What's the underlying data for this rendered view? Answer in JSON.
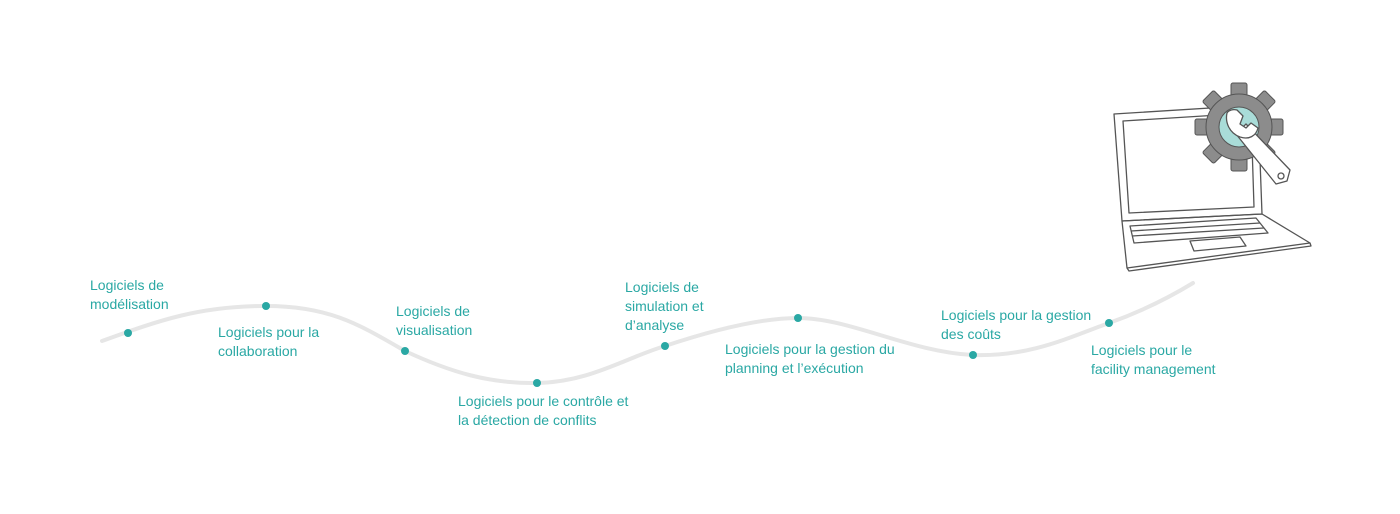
{
  "colors": {
    "accent": "#2aa8a4",
    "path": "#e6e6e6",
    "outline": "#555555",
    "gear": "#8c8c8c",
    "gear_center": "#a9dcd8"
  },
  "icon": "laptop-gear-wrench-icon",
  "steps": [
    {
      "line1": "Logiciels de",
      "line2": "modélisation"
    },
    {
      "line1": "Logiciels pour la",
      "line2": "collaboration"
    },
    {
      "line1": "Logiciels de",
      "line2": "visualisation"
    },
    {
      "line1": "Logiciels pour le contrôle  et",
      "line2": "la détection de conflits"
    },
    {
      "line1": "Logiciels de",
      "line2": "simulation et",
      "line3": "d’analyse"
    },
    {
      "line1": "Logiciels pour la gestion du",
      "line2": "planning et l’exécution"
    },
    {
      "line1": "Logiciels pour la gestion",
      "line2": "des coûts"
    },
    {
      "line1": "Logiciels pour le",
      "line2": "facility management"
    }
  ]
}
